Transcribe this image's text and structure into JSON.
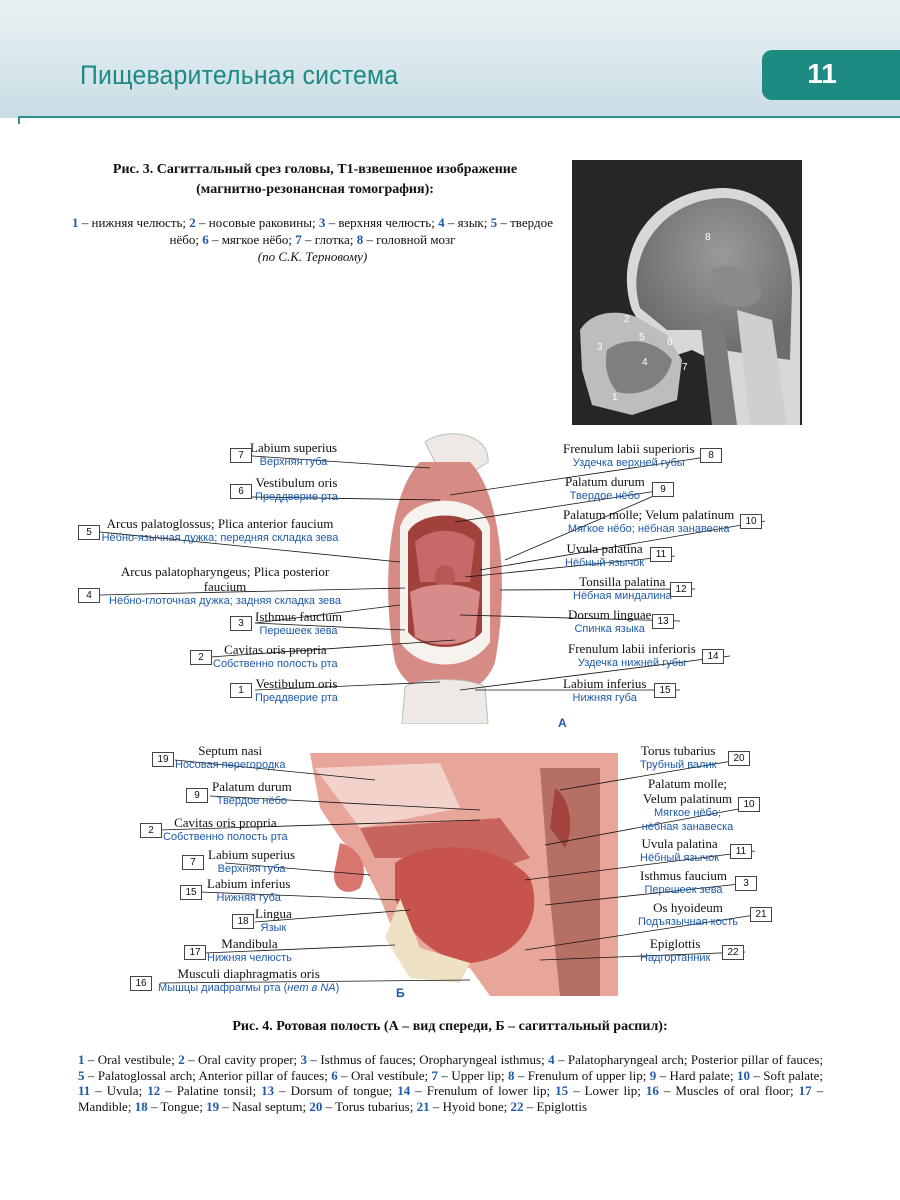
{
  "header": {
    "section_title": "Пищеварительная система",
    "page_number": "11"
  },
  "fig3": {
    "title": "Рис. 3. Сагиттальный срез головы, Т1-взвешенное изображение (магнитно-резонансная томография):",
    "legend": [
      {
        "n": "1",
        "t": "нижняя челюсть;"
      },
      {
        "n": "2",
        "t": "носовые раковины;"
      },
      {
        "n": "3",
        "t": "верхняя челюсть;"
      },
      {
        "n": "4",
        "t": "язык;"
      },
      {
        "n": "5",
        "t": "твердое нёбо;"
      },
      {
        "n": "6",
        "t": "мягкое нёбо;"
      },
      {
        "n": "7",
        "t": "глотка;"
      },
      {
        "n": "8",
        "t": "головной мозг"
      }
    ],
    "source": "(по С.К. Терновому)",
    "mri_marks": [
      "1",
      "2",
      "3",
      "4",
      "5",
      "6",
      "7",
      "8"
    ]
  },
  "figA": {
    "letter": "А",
    "left_labels": [
      {
        "num": "7",
        "lat": "Labium superius",
        "ru": "Верхняя губа"
      },
      {
        "num": "6",
        "lat": "Vestibulum oris",
        "ru": "Преддверие рта"
      },
      {
        "num": "5",
        "lat": "Arcus palatoglossus; Plica anterior faucium",
        "ru": "Нёбно-язычная дужка; передняя складка зева"
      },
      {
        "num": "4",
        "lat": "Arcus palatopharyngeus; Plica posterior faucium",
        "ru": "Нёбно-глоточная дужка; задняя складка зева"
      },
      {
        "num": "3",
        "lat": "Isthmus faucium",
        "ru": "Перешеек зева"
      },
      {
        "num": "2",
        "lat": "Cavitas oris propria",
        "ru": "Собственно полость рта"
      },
      {
        "num": "1",
        "lat": "Vestibulum oris",
        "ru": "Преддверие рта"
      }
    ],
    "right_labels": [
      {
        "num": "8",
        "lat": "Frenulum labii superioris",
        "ru": "Уздечка верхней губы"
      },
      {
        "num": "9",
        "lat": "Palatum durum",
        "ru": "Твердое нёбо"
      },
      {
        "num": "10",
        "lat": "Palatum molle; Velum palatinum",
        "ru": "Мягкое нёбо; нёбная занавеска"
      },
      {
        "num": "11",
        "lat": "Uvula palatina",
        "ru": "Нёбный язычок"
      },
      {
        "num": "12",
        "lat": "Tonsilla palatina",
        "ru": "Нёбная миндалина"
      },
      {
        "num": "13",
        "lat": "Dorsum linguae",
        "ru": "Спинка языка"
      },
      {
        "num": "14",
        "lat": "Frenulum labii inferioris",
        "ru": "Уздечка нижней губы"
      },
      {
        "num": "15",
        "lat": "Labium inferius",
        "ru": "Нижняя губа"
      }
    ]
  },
  "figB": {
    "letter": "Б",
    "left_labels": [
      {
        "num": "19",
        "lat": "Septum nasi",
        "ru": "Носовая перегородка"
      },
      {
        "num": "9",
        "lat": "Palatum durum",
        "ru": "Твердое нёбо"
      },
      {
        "num": "2",
        "lat": "Cavitas oris propria",
        "ru": "Собственно полость рта"
      },
      {
        "num": "7",
        "lat": "Labium superius",
        "ru": "Верхняя губа"
      },
      {
        "num": "15",
        "lat": "Labium inferius",
        "ru": "Нижняя губа"
      },
      {
        "num": "18",
        "lat": "Lingua",
        "ru": "Язык"
      },
      {
        "num": "17",
        "lat": "Mandibula",
        "ru": "Нижняя челюсть"
      },
      {
        "num": "16",
        "lat": "Musculi diaphragmatis oris",
        "ru": "Мышцы диафрагмы рта (нет в NA)"
      }
    ],
    "right_labels": [
      {
        "num": "20",
        "lat": "Torus tubarius",
        "ru": "Трубный валик"
      },
      {
        "num": "10",
        "lat": "Palatum molle; Velum palatinum",
        "ru": "Мягкое нёбо; нёбная занавеска"
      },
      {
        "num": "11",
        "lat": "Uvula palatina",
        "ru": "Нёбный язычок"
      },
      {
        "num": "3",
        "lat": "Isthmus faucium",
        "ru": "Перешеек зева"
      },
      {
        "num": "21",
        "lat": "Os hyoideum",
        "ru": "Подъязычная кость"
      },
      {
        "num": "22",
        "lat": "Epiglottis",
        "ru": "Надгортанник"
      }
    ]
  },
  "fig4": {
    "title": "Рис. 4. Ротовая полость (А – вид спереди, Б – сагиттальный распил):",
    "legend": [
      {
        "n": "1",
        "t": "Oral vestibule;"
      },
      {
        "n": "2",
        "t": "Oral cavity proper;"
      },
      {
        "n": "3",
        "t": "Isthmus of fauces; Oropharyngeal isthmus;"
      },
      {
        "n": "4",
        "t": "Palatopharyngeal arch; Posterior pillar of fauces;"
      },
      {
        "n": "5",
        "t": "Palatoglossal arch; Anterior pillar of fauces;"
      },
      {
        "n": "6",
        "t": "Oral vestibule;"
      },
      {
        "n": "7",
        "t": "Upper lip;"
      },
      {
        "n": "8",
        "t": "Frenulum of upper lip;"
      },
      {
        "n": "9",
        "t": "Hard palate;"
      },
      {
        "n": "10",
        "t": "Soft palate;"
      },
      {
        "n": "11",
        "t": "Uvula;"
      },
      {
        "n": "12",
        "t": "Palatine tonsil;"
      },
      {
        "n": "13",
        "t": "Dorsum of tongue;"
      },
      {
        "n": "14",
        "t": "Frenulum of lower lip;"
      },
      {
        "n": "15",
        "t": "Lower lip;"
      },
      {
        "n": "16",
        "t": "Muscles of oral floor;"
      },
      {
        "n": "17",
        "t": "Mandible;"
      },
      {
        "n": "18",
        "t": "Tongue;"
      },
      {
        "n": "19",
        "t": "Nasal septum;"
      },
      {
        "n": "20",
        "t": "Torus tubarius;"
      },
      {
        "n": "21",
        "t": "Hyoid bone;"
      },
      {
        "n": "22",
        "t": "Epiglottis"
      }
    ]
  }
}
